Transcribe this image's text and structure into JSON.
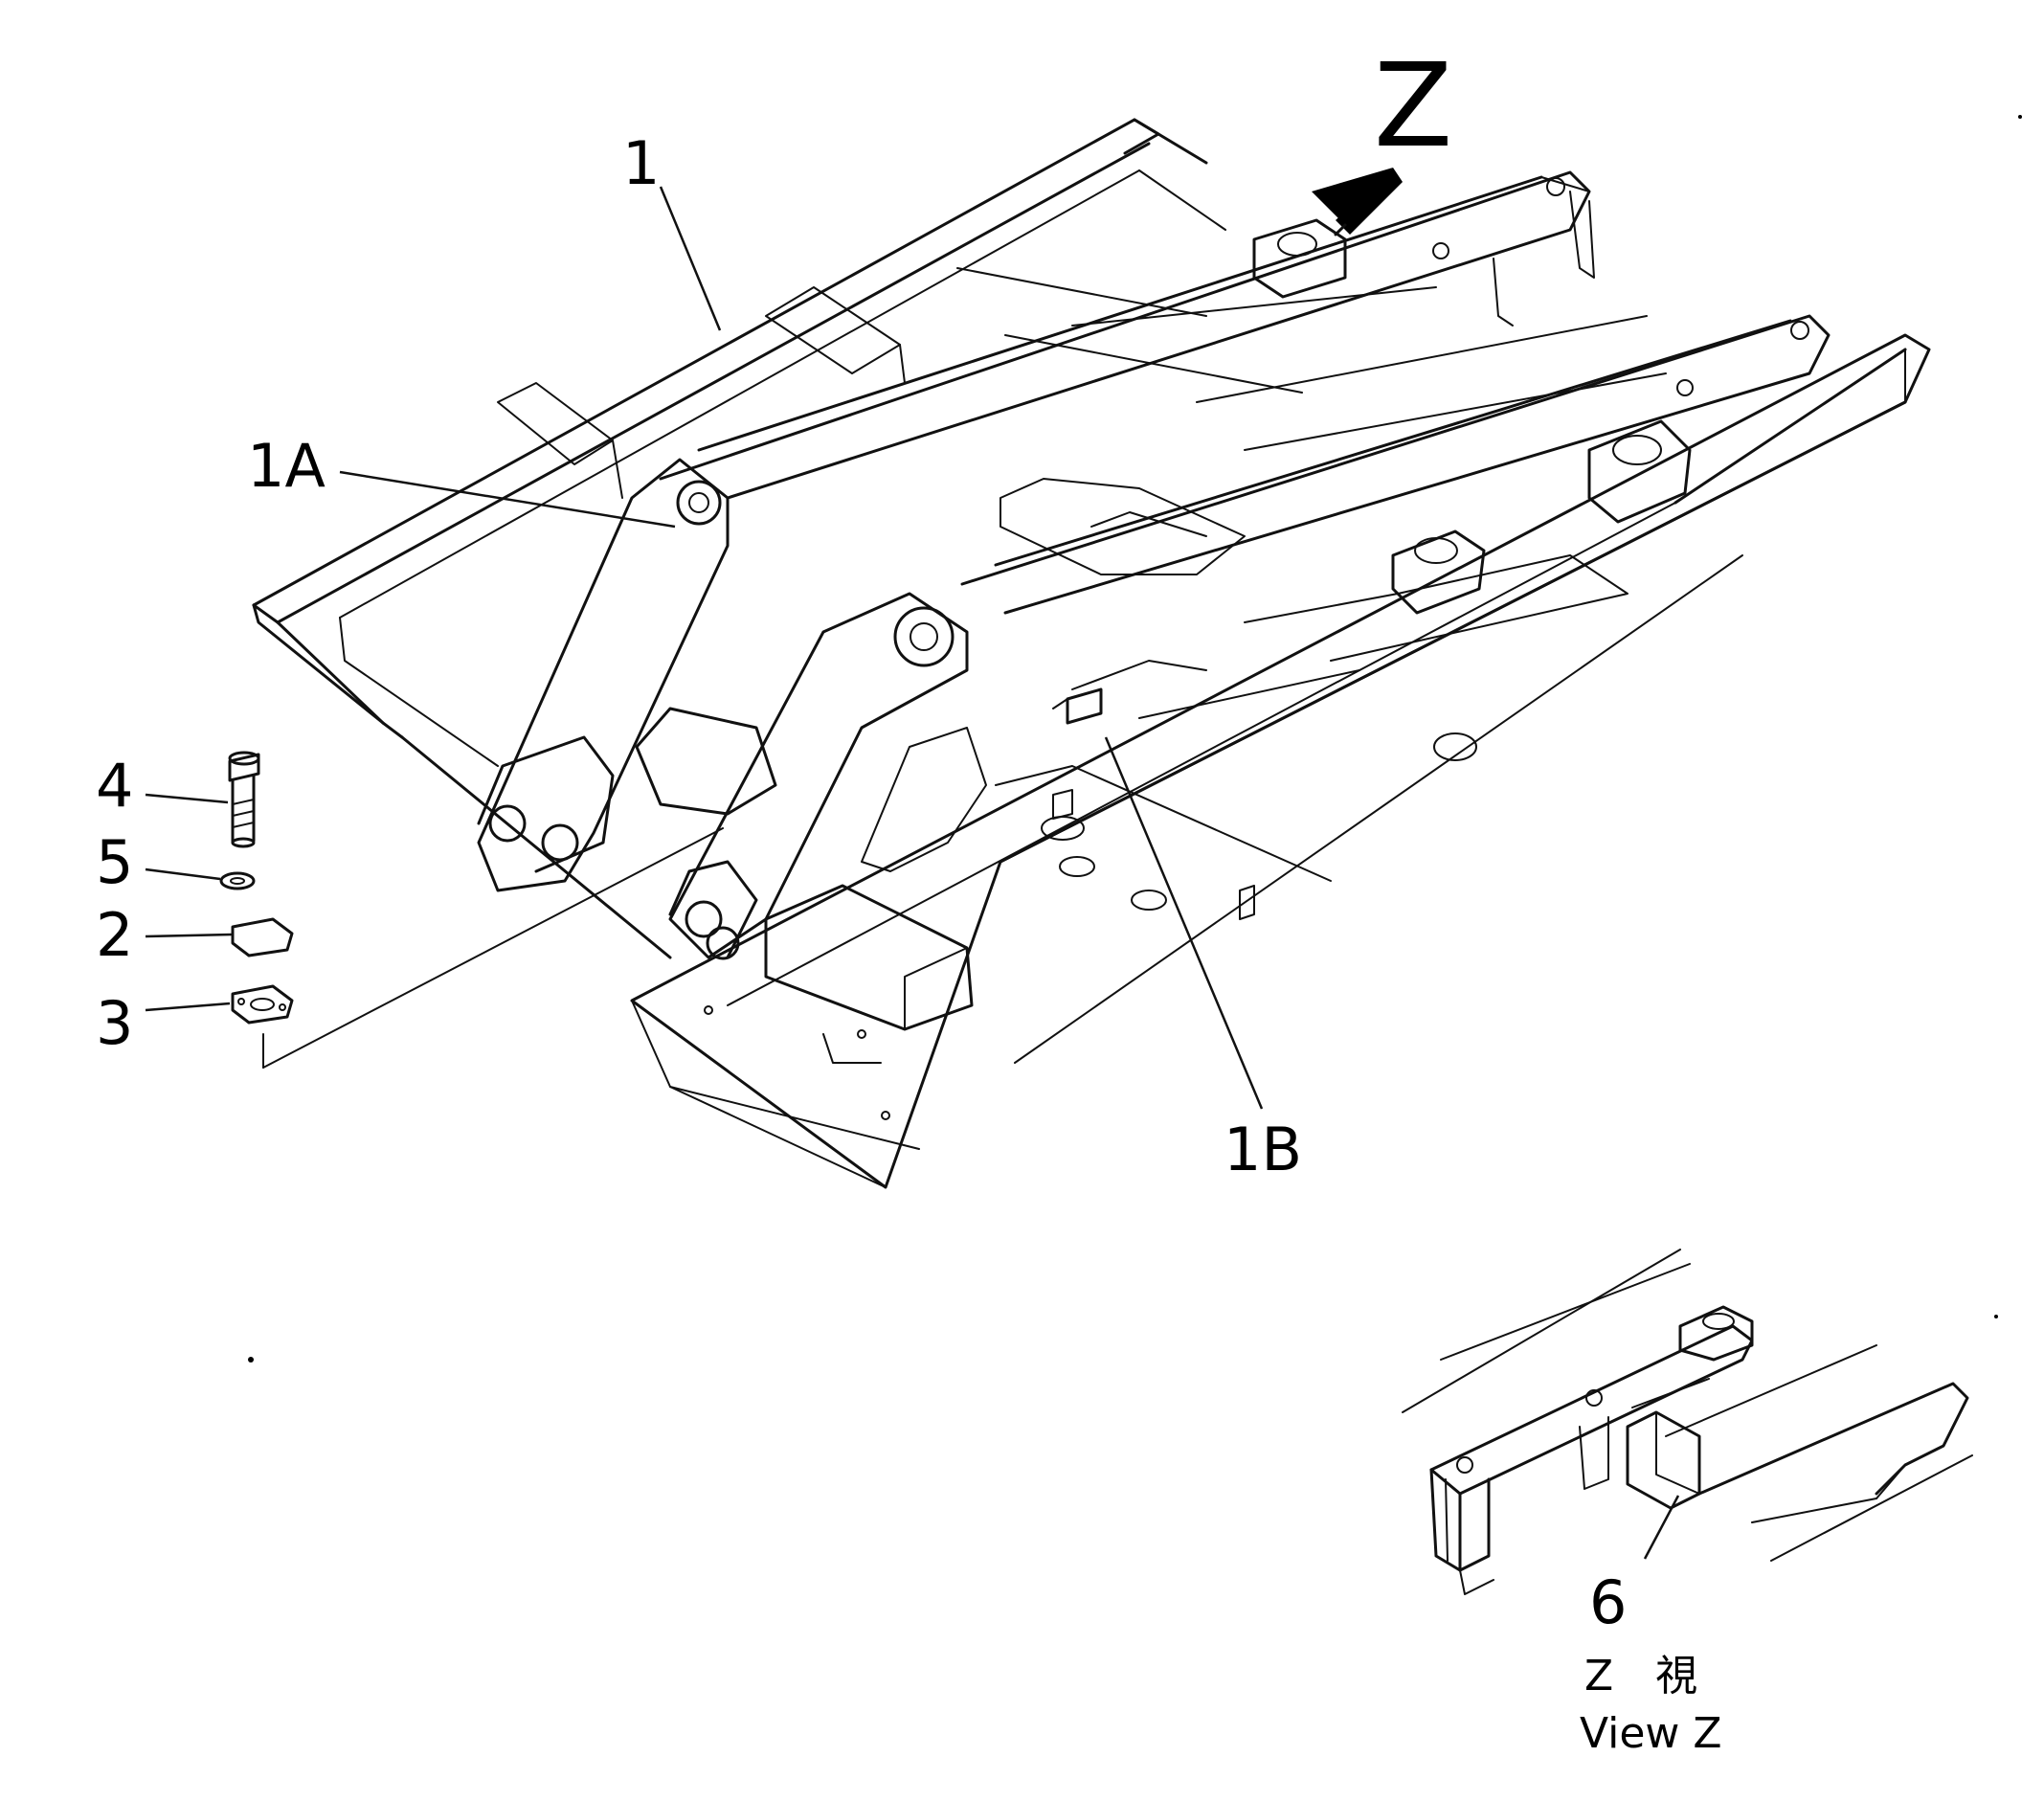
{
  "diagram": {
    "view_arrow_letter": "Z",
    "callouts": {
      "c1": "1",
      "c1a": "1A",
      "c1b": "1B",
      "c2": "2",
      "c3": "3",
      "c4": "4",
      "c5": "5",
      "c6": "6"
    },
    "inset": {
      "title_line1": "Z　視",
      "title_line2": "View  Z"
    }
  }
}
